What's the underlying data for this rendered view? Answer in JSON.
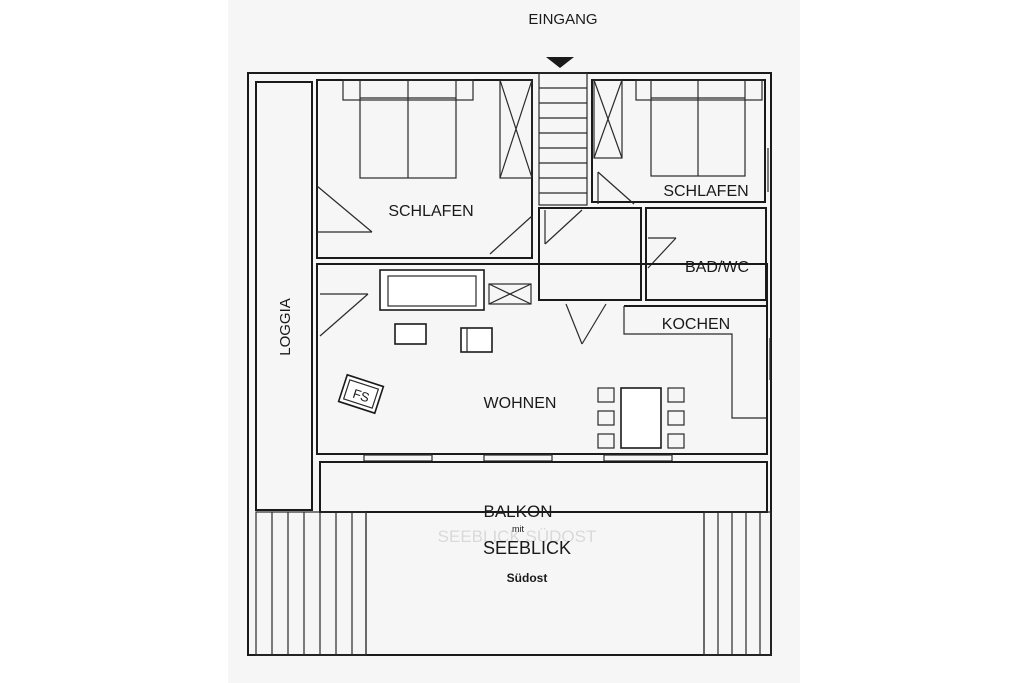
{
  "plan": {
    "entrance": "EINGANG",
    "rooms": {
      "bedroom_left": "SCHLAFEN",
      "bedroom_right": "SCHLAFEN",
      "bath": "BAD/WC",
      "kitchen": "KOCHEN",
      "living": "WOHNEN",
      "loggia": "LOGGIA"
    },
    "fireplace": "FS",
    "balcony": {
      "title": "BALKON",
      "connector": "mit",
      "subtitle": "SEEBLICK",
      "orientation": "Südost",
      "watermark": "SEEBLICK SÜDOST"
    }
  }
}
